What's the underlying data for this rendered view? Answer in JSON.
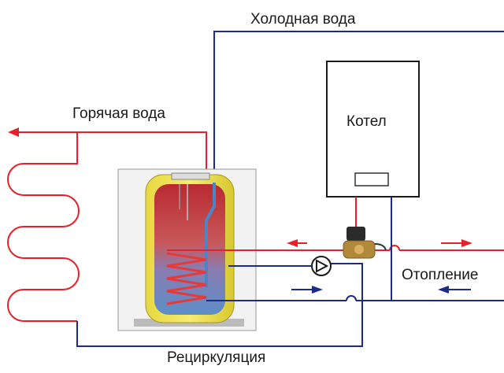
{
  "labels": {
    "cold_water": "Холодная вода",
    "hot_water": "Горячая вода",
    "boiler": "Котел",
    "heating": "Отопление",
    "recirculation": "Рециркуляция"
  },
  "colors": {
    "hot_pipe": "#e8202a",
    "cold_pipe": "#1c2a8c",
    "tank_red": "#c8383a",
    "tank_blue": "#5c8ec8",
    "tank_yellow": "#f2e24a",
    "coil": "#e63a3a"
  },
  "icons": {
    "pump": "pump-icon",
    "valve": "three-way-valve-icon",
    "arrows": "flow-arrow-icon"
  }
}
